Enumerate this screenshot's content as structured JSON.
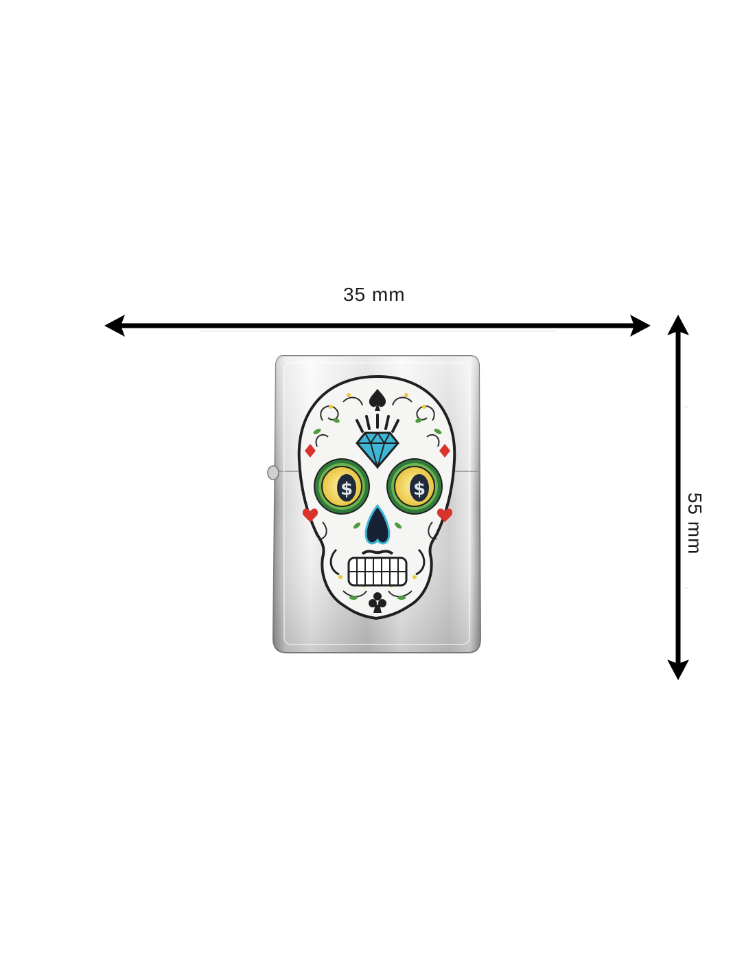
{
  "dimensions": {
    "width_label": "35  mm",
    "height_label": "55  mm"
  },
  "product": {
    "icon": "sugar-skull-lighter"
  },
  "colors": {
    "arrow": "#000000",
    "chrome_light": "#f2f2f2",
    "chrome_dark": "#9a9a9a",
    "diamond": "#3fb6d6",
    "eye_yellow": "#f2d35a",
    "eye_green": "#2f7a3a",
    "accent_red": "#d9342b"
  }
}
